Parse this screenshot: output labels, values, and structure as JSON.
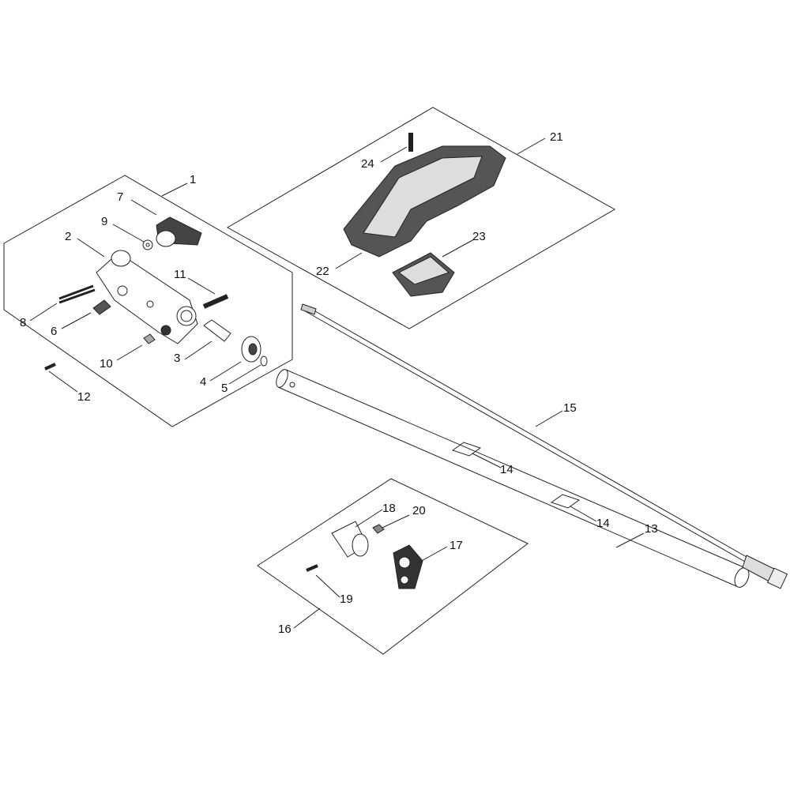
{
  "callouts": {
    "c1": "1",
    "c2": "2",
    "c3": "3",
    "c4": "4",
    "c5": "5",
    "c6": "6",
    "c7": "7",
    "c8": "8",
    "c9": "9",
    "c10": "10",
    "c11": "11",
    "c12": "12",
    "c13": "13",
    "c14a": "14",
    "c14b": "14",
    "c15": "15",
    "c16": "16",
    "c17": "17",
    "c18": "18",
    "c19": "19",
    "c20": "20",
    "c21": "21",
    "c22": "22",
    "c23": "23",
    "c24": "24"
  },
  "colors": {
    "line": "#222222",
    "fill_dark": "#3a3a3a",
    "fill_light": "#e6e6e6"
  }
}
